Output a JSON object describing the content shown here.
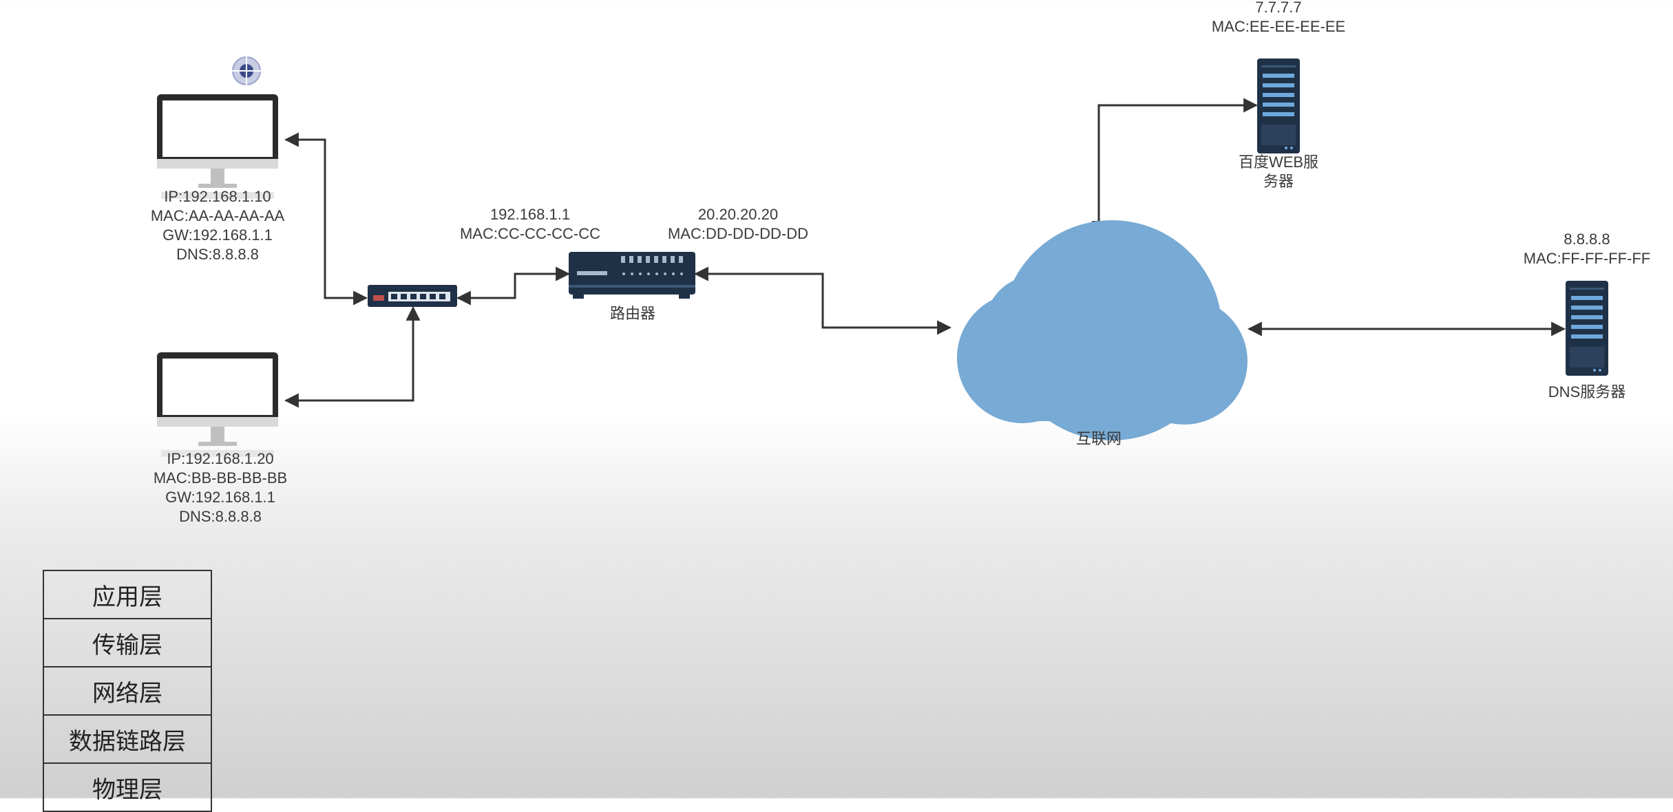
{
  "pc1": {
    "ip": "IP:192.168.1.10",
    "mac": "MAC:AA-AA-AA-AA",
    "gw": "GW:192.168.1.1",
    "dns": "DNS:8.8.8.8"
  },
  "pc2": {
    "ip": "IP:192.168.1.20",
    "mac": "MAC:BB-BB-BB-BB",
    "gw": "GW:192.168.1.1",
    "dns": "DNS:8.8.8.8"
  },
  "router": {
    "lan_ip": "192.168.1.1",
    "lan_mac": "MAC:CC-CC-CC-CC",
    "wan_ip": "20.20.20.20",
    "wan_mac": "MAC:DD-DD-DD-DD",
    "label": "路由器"
  },
  "internet": {
    "label": "互联网"
  },
  "web_server": {
    "ip": "7.7.7.7",
    "mac": "MAC:EE-EE-EE-EE",
    "label_line1": "百度WEB服",
    "label_line2": "务器"
  },
  "dns_server": {
    "ip": "8.8.8.8",
    "mac": "MAC:FF-FF-FF-FF",
    "label": "DNS服务器"
  },
  "osi_layers": [
    "应用层",
    "传输层",
    "网络层",
    "数据链路层",
    "物理层"
  ],
  "colors": {
    "cloud": "#77aad4",
    "device_dark": "#1f3147",
    "line": "#333333"
  }
}
